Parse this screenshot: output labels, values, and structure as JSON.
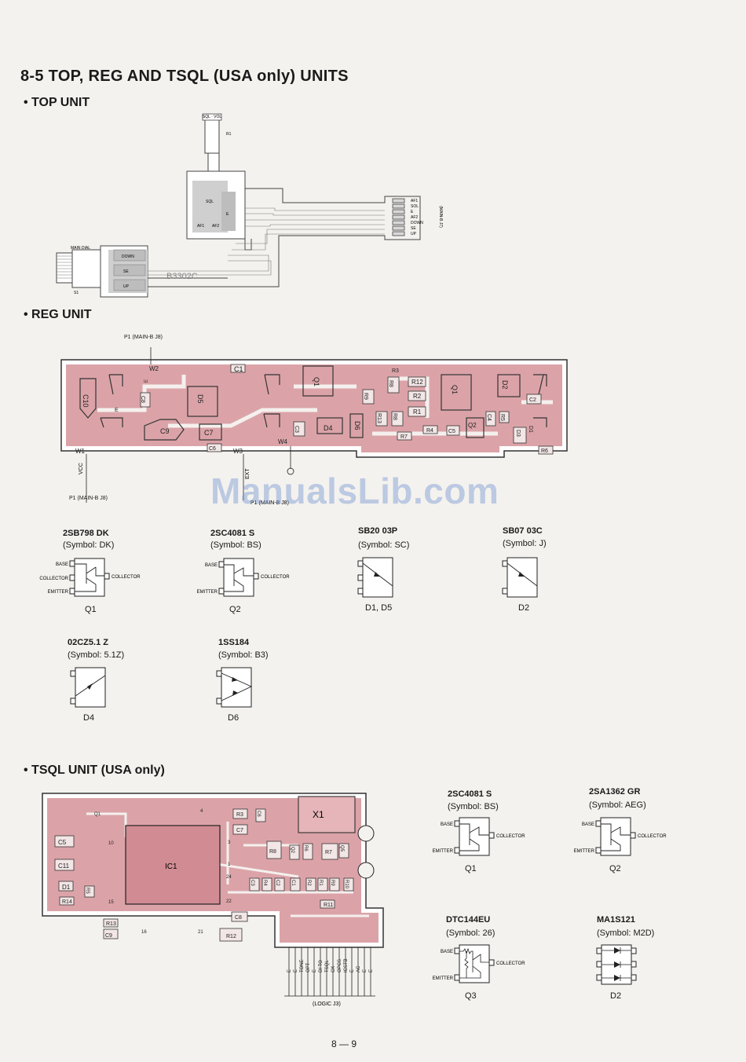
{
  "page": {
    "title": "8-5 TOP, REG AND TSQL (USA only) UNITS",
    "page_number": "8 — 9",
    "watermark": "ManualsLib.com"
  },
  "top_unit": {
    "heading": "• TOP UNIT",
    "sql_vol_label": "SQL · VOL",
    "r1": "R1",
    "pads": [
      "SQL",
      "E",
      "AF1",
      "AF2"
    ],
    "main_dial_label": "MAIN DIAL",
    "s1": "S1",
    "switch_pads": [
      "DOWN",
      "SE",
      "UP"
    ],
    "board_no": "B3302C",
    "connector_pins": [
      "AF1",
      "SOL",
      "E",
      "AF2",
      "DOWN",
      "SE",
      "UP"
    ],
    "connector_label": "(MAIN-B J7)"
  },
  "reg_unit": {
    "heading": "• REG UNIT",
    "p1_top": "P1 (MAIN-B J8)",
    "p1_bottom": "P1 (MAIN-B J8)",
    "w1": "W1",
    "w2": "W2",
    "w3": "W3",
    "w4": "W4",
    "vcc": "VCC",
    "ext": "EXT",
    "ext_to": "P1 (MAIN-B J8)",
    "e_mark": "E",
    "parts": [
      "C1",
      "C10",
      "E",
      "D5",
      "C8",
      "C9",
      "C7",
      "C6",
      "Q1",
      "C3",
      "D4",
      "D6",
      "R9",
      "R8",
      "R12",
      "R2",
      "R1",
      "R13",
      "R8",
      "R7",
      "R4",
      "C5",
      "R3",
      "Q1",
      "D2",
      "C2",
      "C4",
      "R5",
      "D3",
      "R6",
      "Q2",
      "D1"
    ]
  },
  "reg_components": [
    {
      "part": "2SB798  DK",
      "symbol": "(Symbol: DK)",
      "pins": [
        "BASE",
        "COLLECTOR",
        "EMITTER",
        "COLLECTOR"
      ],
      "ref": "Q1",
      "kind": "pnp"
    },
    {
      "part": "2SC4081  S",
      "symbol": "(Symbol: BS)",
      "pins": [
        "BASE",
        "EMITTER",
        "COLLECTOR"
      ],
      "ref": "Q2",
      "kind": "npn"
    },
    {
      "part": "SB20  03P",
      "symbol": "(Symbol: SC)",
      "ref": "D1, D5",
      "kind": "diode3"
    },
    {
      "part": "SB07  03C",
      "symbol": "(Symbol: J)",
      "ref": "D2",
      "kind": "diode3"
    },
    {
      "part": "02CZ5.1  Z",
      "symbol": "(Symbol: 5.1Z)",
      "ref": "D4",
      "kind": "zener"
    },
    {
      "part": "1SS184",
      "symbol": "(Symbol: B3)",
      "ref": "D6",
      "kind": "dual"
    }
  ],
  "tsql_unit": {
    "heading": "• TSQL UNIT (USA only)",
    "ic": "IC1",
    "xtal": "X1",
    "parts": [
      "C5",
      "C11",
      "D1",
      "R14",
      "R5",
      "R13",
      "C9",
      "R3",
      "C7",
      "C6",
      "R8",
      "Q2",
      "R6",
      "R7",
      "Q5",
      "C3",
      "R4",
      "C8",
      "R11",
      "C1",
      "R2",
      "R1",
      "C2",
      "R9",
      "R10",
      "Q1",
      "R12"
    ],
    "pin_numbers": [
      "4",
      "10",
      "3",
      "1",
      "24",
      "15",
      "22",
      "16",
      "21"
    ],
    "connector_pins": [
      "E",
      "E",
      "TONE",
      "OPT",
      "E",
      "DI TO",
      "TSQL",
      "CK",
      "OPCS",
      "ICSTB",
      "E",
      "AC",
      "E",
      "E"
    ],
    "connector_label": "(LOGIC J3)"
  },
  "tsql_components": [
    {
      "part": "2SC4081  S",
      "symbol": "(Symbol: BS)",
      "pins": [
        "BASE",
        "EMITTER",
        "COLLECTOR"
      ],
      "ref": "Q1",
      "kind": "npn"
    },
    {
      "part": "2SA1362  GR",
      "symbol": "(Symbol: AEG)",
      "pins": [
        "BASE",
        "EMITTER",
        "COLLECTOR"
      ],
      "ref": "Q2",
      "kind": "npn"
    },
    {
      "part": "DTC144EU",
      "symbol": "(Symbol: 26)",
      "pins": [
        "BASE",
        "EMITTER",
        "COLLECTOR"
      ],
      "ref": "Q3",
      "kind": "digital"
    },
    {
      "part": "MA1S121",
      "symbol": "(Symbol: M2D)",
      "ref": "D2",
      "kind": "triple"
    }
  ]
}
